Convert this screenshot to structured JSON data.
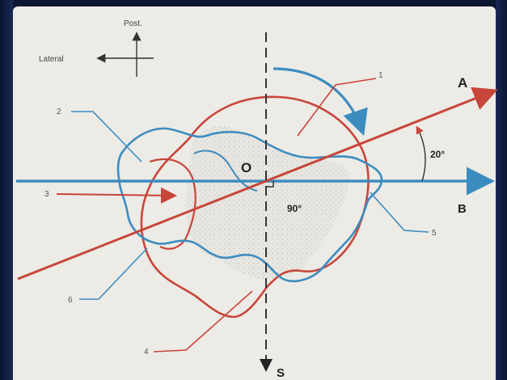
{
  "compass": {
    "vertical": "Post.",
    "horizontal": "Lateral"
  },
  "points": {
    "origin": "O",
    "a": "A",
    "b": "B",
    "s": "S"
  },
  "angles": {
    "small": "20°",
    "right": "90°"
  },
  "parts": [
    "1",
    "2",
    "3",
    "4",
    "5",
    "6"
  ],
  "colors": {
    "red": "#c8453a",
    "blue": "#3d8cbf",
    "paper": "#ecebe6",
    "dash": "#333333"
  }
}
